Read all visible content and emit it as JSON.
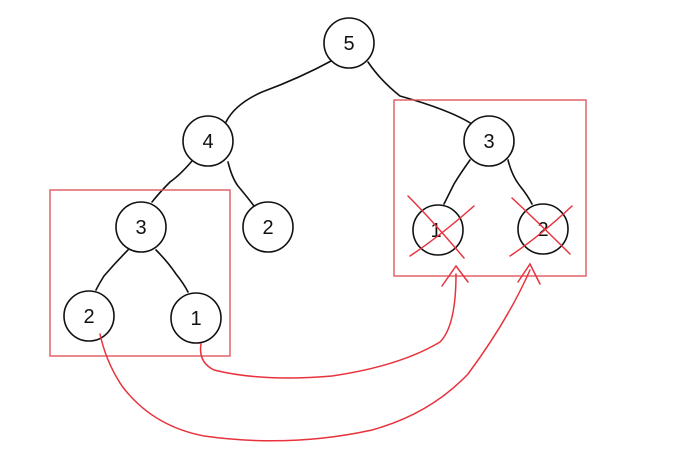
{
  "colors": {
    "ink": "#111111",
    "annotation": "#e8323c",
    "box": "#e0585e",
    "background": "#ffffff"
  },
  "tree": {
    "root": {
      "id": "n-root",
      "label": "5"
    },
    "left": {
      "id": "n-left",
      "label": "4"
    },
    "right": {
      "id": "n-right",
      "label": "3"
    },
    "left_left": {
      "id": "n-left-left",
      "label": "3"
    },
    "left_right": {
      "id": "n-left-right",
      "label": "2"
    },
    "ll_left": {
      "id": "n-ll-left",
      "label": "2"
    },
    "ll_right": {
      "id": "n-ll-right",
      "label": "1"
    },
    "right_left": {
      "id": "n-right-left",
      "label": "1",
      "crossed_out": true
    },
    "right_right": {
      "id": "n-right-right",
      "label": "2",
      "crossed_out": true
    }
  },
  "annotations": {
    "highlight_boxes": [
      "left-subtree-box",
      "right-subtree-box"
    ],
    "arrows": [
      {
        "from": "1",
        "to": "1",
        "meaning": "move"
      },
      {
        "from": "2",
        "to": "2",
        "meaning": "move"
      }
    ]
  }
}
